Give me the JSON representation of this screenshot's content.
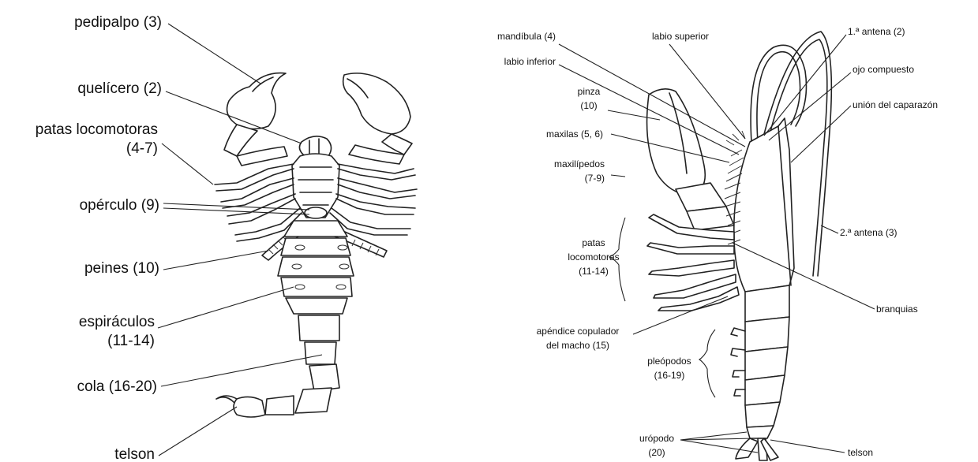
{
  "scorpion": {
    "labels": {
      "pedipalpo": "pedipalpo (3)",
      "quelicero": "quelícero (2)",
      "patas_1": "patas locomotoras",
      "patas_2": "(4-7)",
      "operculo": "opérculo (9)",
      "peines": "peines (10)",
      "espiraculos_1": "espiráculos",
      "espiraculos_2": "(11-14)",
      "cola": "cola (16-20)",
      "telson": "telson"
    }
  },
  "crayfish": {
    "labels": {
      "mandibula": "mandíbula (4)",
      "labio_superior": "labio superior",
      "antena1": "1.ª antena (2)",
      "labio_inferior": "labio inferior",
      "ojo": "ojo compuesto",
      "pinza_1": "pinza",
      "pinza_2": "(10)",
      "union": "unión del caparazón",
      "maxilas": "maxilas (5, 6)",
      "maxilipedos_1": "maxilípedos",
      "maxilipedos_2": "(7-9)",
      "antena2": "2.ª antena (3)",
      "patas_1": "patas",
      "patas_2": "locomotoras",
      "patas_3": "(11-14)",
      "branquias": "branquias",
      "apendice_1": "apéndice copulador",
      "apendice_2": "del macho (15)",
      "pleopodos_1": "pleópodos",
      "pleopodos_2": "(16-19)",
      "uropodo_1": "urópodo",
      "uropodo_2": "(20)",
      "telson": "telson"
    }
  }
}
